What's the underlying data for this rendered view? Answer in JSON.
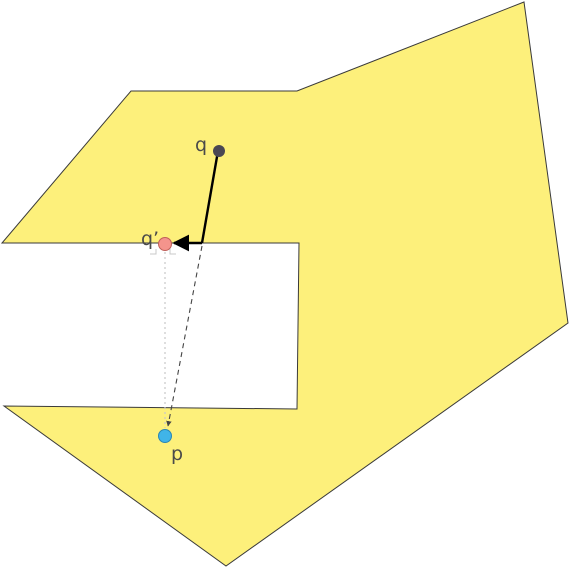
{
  "colors": {
    "region_fill": "#fdf07b",
    "region_stroke": "#3a3a3a",
    "q_point": "#4a4753",
    "q_prime_point": "#f4948c",
    "p_point": "#40b4e8"
  },
  "labels": {
    "q": "q",
    "q_prime": "q’",
    "p": "p"
  }
}
